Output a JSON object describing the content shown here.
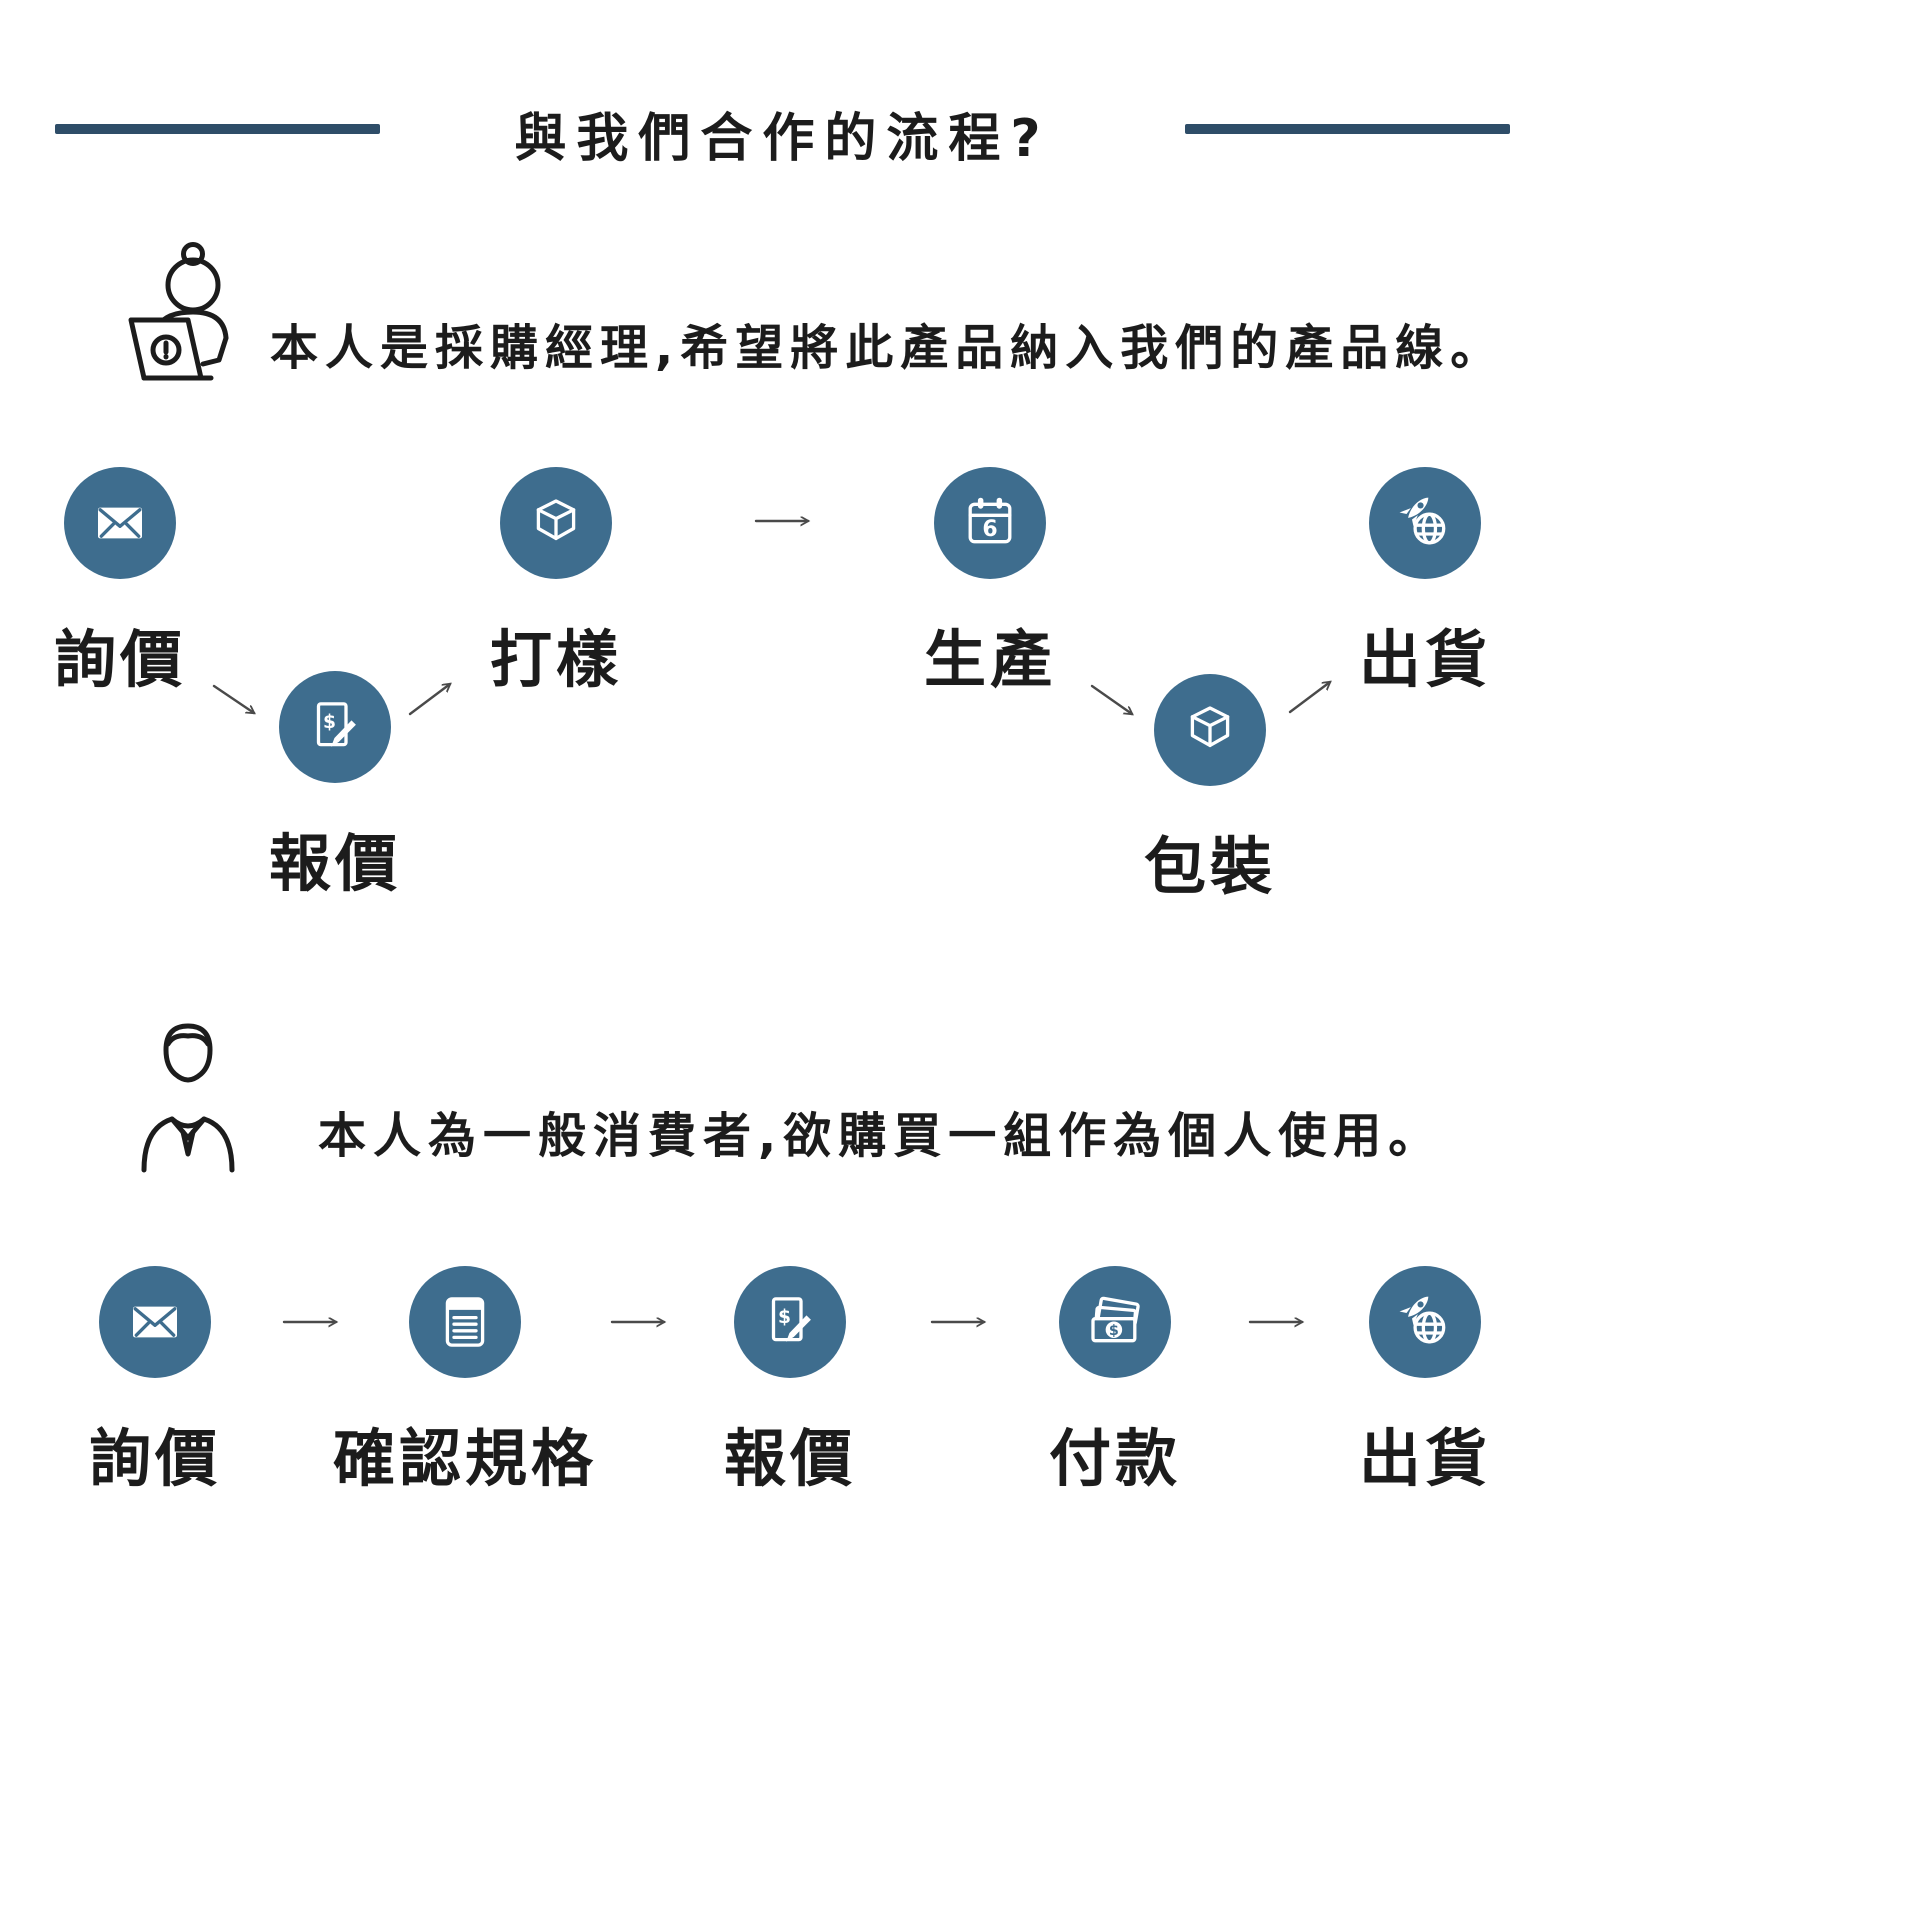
{
  "title": "與我們合作的流程?",
  "colors": {
    "accent": "#3e6d8e",
    "rule": "#2e4d68",
    "text": "#1c1c1c",
    "arrow": "#4a4a4a"
  },
  "personas": {
    "buyer": {
      "icon": "purchasing-manager-avatar",
      "text": "本人是採購經理,希望將此產品納入我們的產品線。"
    },
    "consumer": {
      "icon": "consumer-avatar",
      "text": "本人為一般消費者,欲購買一組作為個人使用。"
    }
  },
  "b2b_flow": {
    "steps": [
      {
        "label": "詢價",
        "icon": "envelope-icon"
      },
      {
        "label": "報價",
        "icon": "quotation-document-icon"
      },
      {
        "label": "打樣",
        "icon": "sample-box-icon"
      },
      {
        "label": "生產",
        "icon": "calendar-icon"
      },
      {
        "label": "包裝",
        "icon": "package-box-icon"
      },
      {
        "label": "出貨",
        "icon": "rocket-globe-icon"
      }
    ]
  },
  "b2c_flow": {
    "steps": [
      {
        "label": "詢價",
        "icon": "envelope-icon"
      },
      {
        "label": "確認規格",
        "icon": "spec-sheet-icon"
      },
      {
        "label": "報價",
        "icon": "quotation-document-icon"
      },
      {
        "label": "付款",
        "icon": "banknotes-icon"
      },
      {
        "label": "出貨",
        "icon": "rocket-globe-icon"
      }
    ]
  },
  "glyphs": {
    "currency": "$",
    "calendar_day": "6"
  }
}
